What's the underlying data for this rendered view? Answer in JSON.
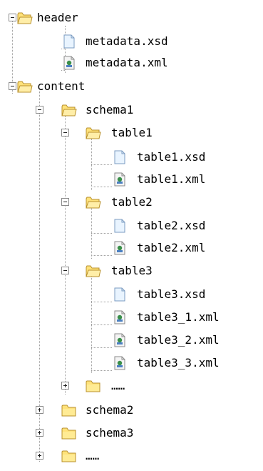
{
  "colors": {
    "folder_fill": "#ffe27a",
    "folder_stroke": "#b8902c",
    "file_fill": "#e9f4ff",
    "file_stroke": "#7b9bc0",
    "line": "#a0a0a0",
    "text": "#000000"
  },
  "tree": {
    "nodes": [
      {
        "label": "header",
        "type": "folder",
        "toggle": "minus",
        "icon": "folder-open-icon"
      },
      {
        "label": "metadata.xsd",
        "type": "file",
        "icon": "xsd-file-icon"
      },
      {
        "label": "metadata.xml",
        "type": "xml",
        "icon": "xml-file-icon"
      },
      {
        "label": "content",
        "type": "folder",
        "toggle": "minus",
        "icon": "folder-open-icon"
      },
      {
        "label": "schema1",
        "type": "folder",
        "toggle": "minus",
        "icon": "folder-open-icon"
      },
      {
        "label": "table1",
        "type": "folder",
        "toggle": "minus",
        "icon": "folder-open-icon"
      },
      {
        "label": "table1.xsd",
        "type": "file",
        "icon": "xsd-file-icon"
      },
      {
        "label": "table1.xml",
        "type": "xml",
        "icon": "xml-file-icon"
      },
      {
        "label": "table2",
        "type": "folder",
        "toggle": "minus",
        "icon": "folder-open-icon"
      },
      {
        "label": "table2.xsd",
        "type": "file",
        "icon": "xsd-file-icon"
      },
      {
        "label": "table2.xml",
        "type": "xml",
        "icon": "xml-file-icon"
      },
      {
        "label": "table3",
        "type": "folder",
        "toggle": "minus",
        "icon": "folder-open-icon"
      },
      {
        "label": "table3.xsd",
        "type": "file",
        "icon": "xsd-file-icon"
      },
      {
        "label": "table3_1.xml",
        "type": "xml",
        "icon": "xml-file-icon"
      },
      {
        "label": "table3_2.xml",
        "type": "xml",
        "icon": "xml-file-icon"
      },
      {
        "label": "table3_3.xml",
        "type": "xml",
        "icon": "xml-file-icon"
      },
      {
        "label": "……",
        "type": "folder",
        "toggle": "plus",
        "icon": "folder-icon"
      },
      {
        "label": "schema2",
        "type": "folder",
        "toggle": "plus",
        "icon": "folder-icon"
      },
      {
        "label": "schema3",
        "type": "folder",
        "toggle": "plus",
        "icon": "folder-icon"
      },
      {
        "label": "……",
        "type": "folder",
        "toggle": "plus",
        "icon": "folder-icon"
      }
    ]
  }
}
